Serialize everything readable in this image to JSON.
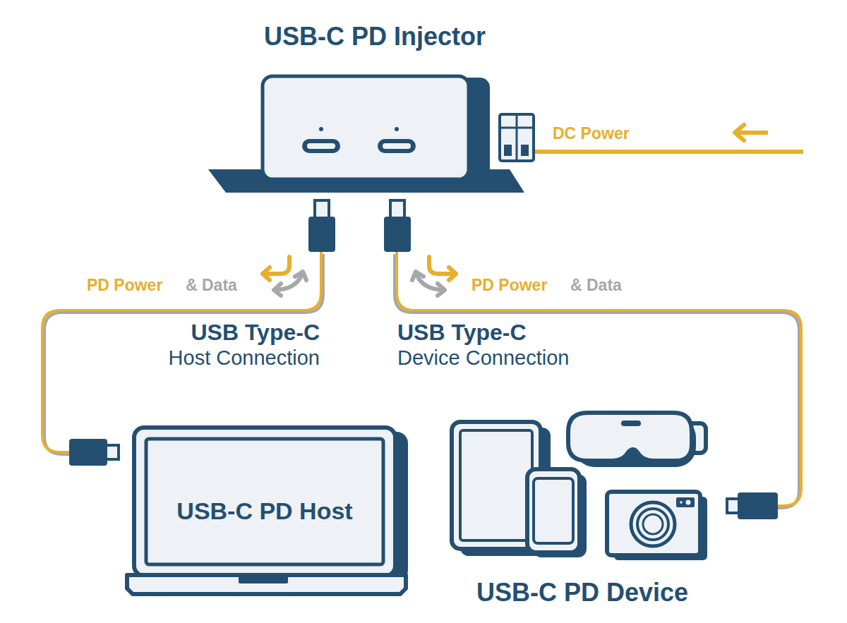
{
  "diagram": {
    "nodes": [
      {
        "text": [
          "USB-C PD Injector"
        ]
      },
      {
        "text": [
          "USB-C PD Host"
        ]
      },
      {
        "text": [
          "USB-C PD Device"
        ]
      }
    ],
    "edges": [
      {
        "from": 0,
        "to": 1,
        "arrow": "none"
      },
      {
        "from": 0,
        "to": 2,
        "arrow": "none"
      }
    ],
    "labels": [
      "DC Power",
      "PD Power",
      "& Data",
      "PD Power",
      "& Data",
      "USB Type-C",
      "Host Connection",
      "USB Type-C",
      "Device Connection"
    ]
  }
}
